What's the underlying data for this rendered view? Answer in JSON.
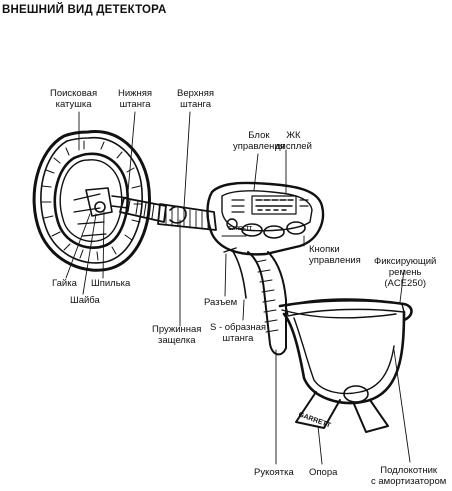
{
  "title": "ВНЕШНИЙ ВИД ДЕТЕКТОРА",
  "labels": {
    "search_coil": [
      "Поисковая",
      "катушка"
    ],
    "lower_rod": [
      "Нижняя",
      "штанга"
    ],
    "upper_rod": [
      "Верхняя",
      "штанга"
    ],
    "control_unit": [
      "Блок",
      "управления"
    ],
    "lcd_display": [
      "ЖК",
      "дисплей"
    ],
    "control_buttons": [
      "Кнопки",
      "управления"
    ],
    "strap": [
      "Фиксирующий",
      "ремень",
      "(ACE250)"
    ],
    "nut": [
      "Гайка"
    ],
    "bolt": [
      "Шпилька"
    ],
    "washer": [
      "Шайба"
    ],
    "spring_latch": [
      "Пружинная",
      "защелка"
    ],
    "connector": [
      "Разъем"
    ],
    "s_rod": [
      "S - образная",
      "штанга"
    ],
    "handle": [
      "Рукоятка"
    ],
    "stand": [
      "Опора"
    ],
    "armrest": [
      "Подлокотник",
      "с амортизатором"
    ]
  },
  "brand_text": "GARRETT"
}
